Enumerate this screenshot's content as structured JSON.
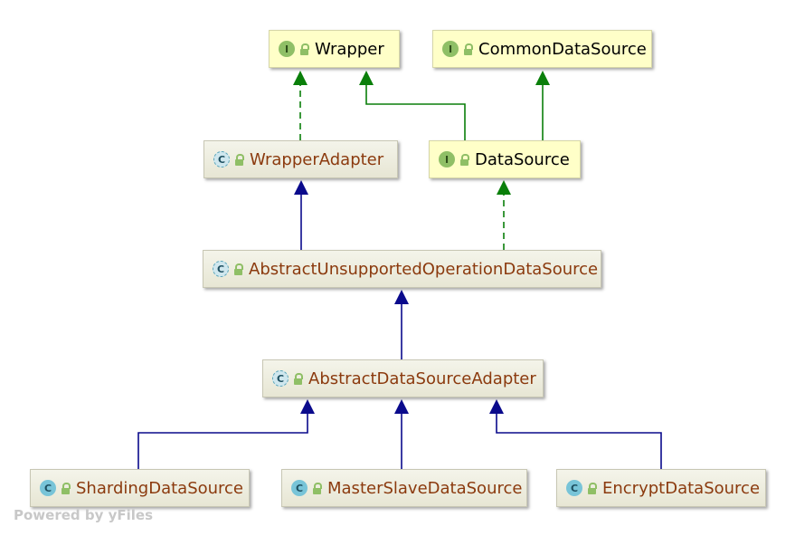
{
  "nodes": {
    "wrapper": {
      "name": "Wrapper",
      "kind": "I"
    },
    "common_data_source": {
      "name": "CommonDataSource",
      "kind": "I"
    },
    "wrapper_adapter": {
      "name": "WrapperAdapter",
      "kind": "C"
    },
    "data_source": {
      "name": "DataSource",
      "kind": "I"
    },
    "abstract_unsupported": {
      "name": "AbstractUnsupportedOperationDataSource",
      "kind": "C"
    },
    "abstract_adapter": {
      "name": "AbstractDataSourceAdapter",
      "kind": "C"
    },
    "sharding": {
      "name": "ShardingDataSource",
      "kind": "C"
    },
    "master_slave": {
      "name": "MasterSlaveDataSource",
      "kind": "C"
    },
    "encrypt": {
      "name": "EncryptDataSource",
      "kind": "C"
    }
  },
  "footer": "Powered by yFiles",
  "colors": {
    "implements_edge": "#0a7f0a",
    "extends_edge": "#0a0a8c",
    "class_text": "#8b3a0e",
    "interface_fill": "#ffffc8"
  }
}
